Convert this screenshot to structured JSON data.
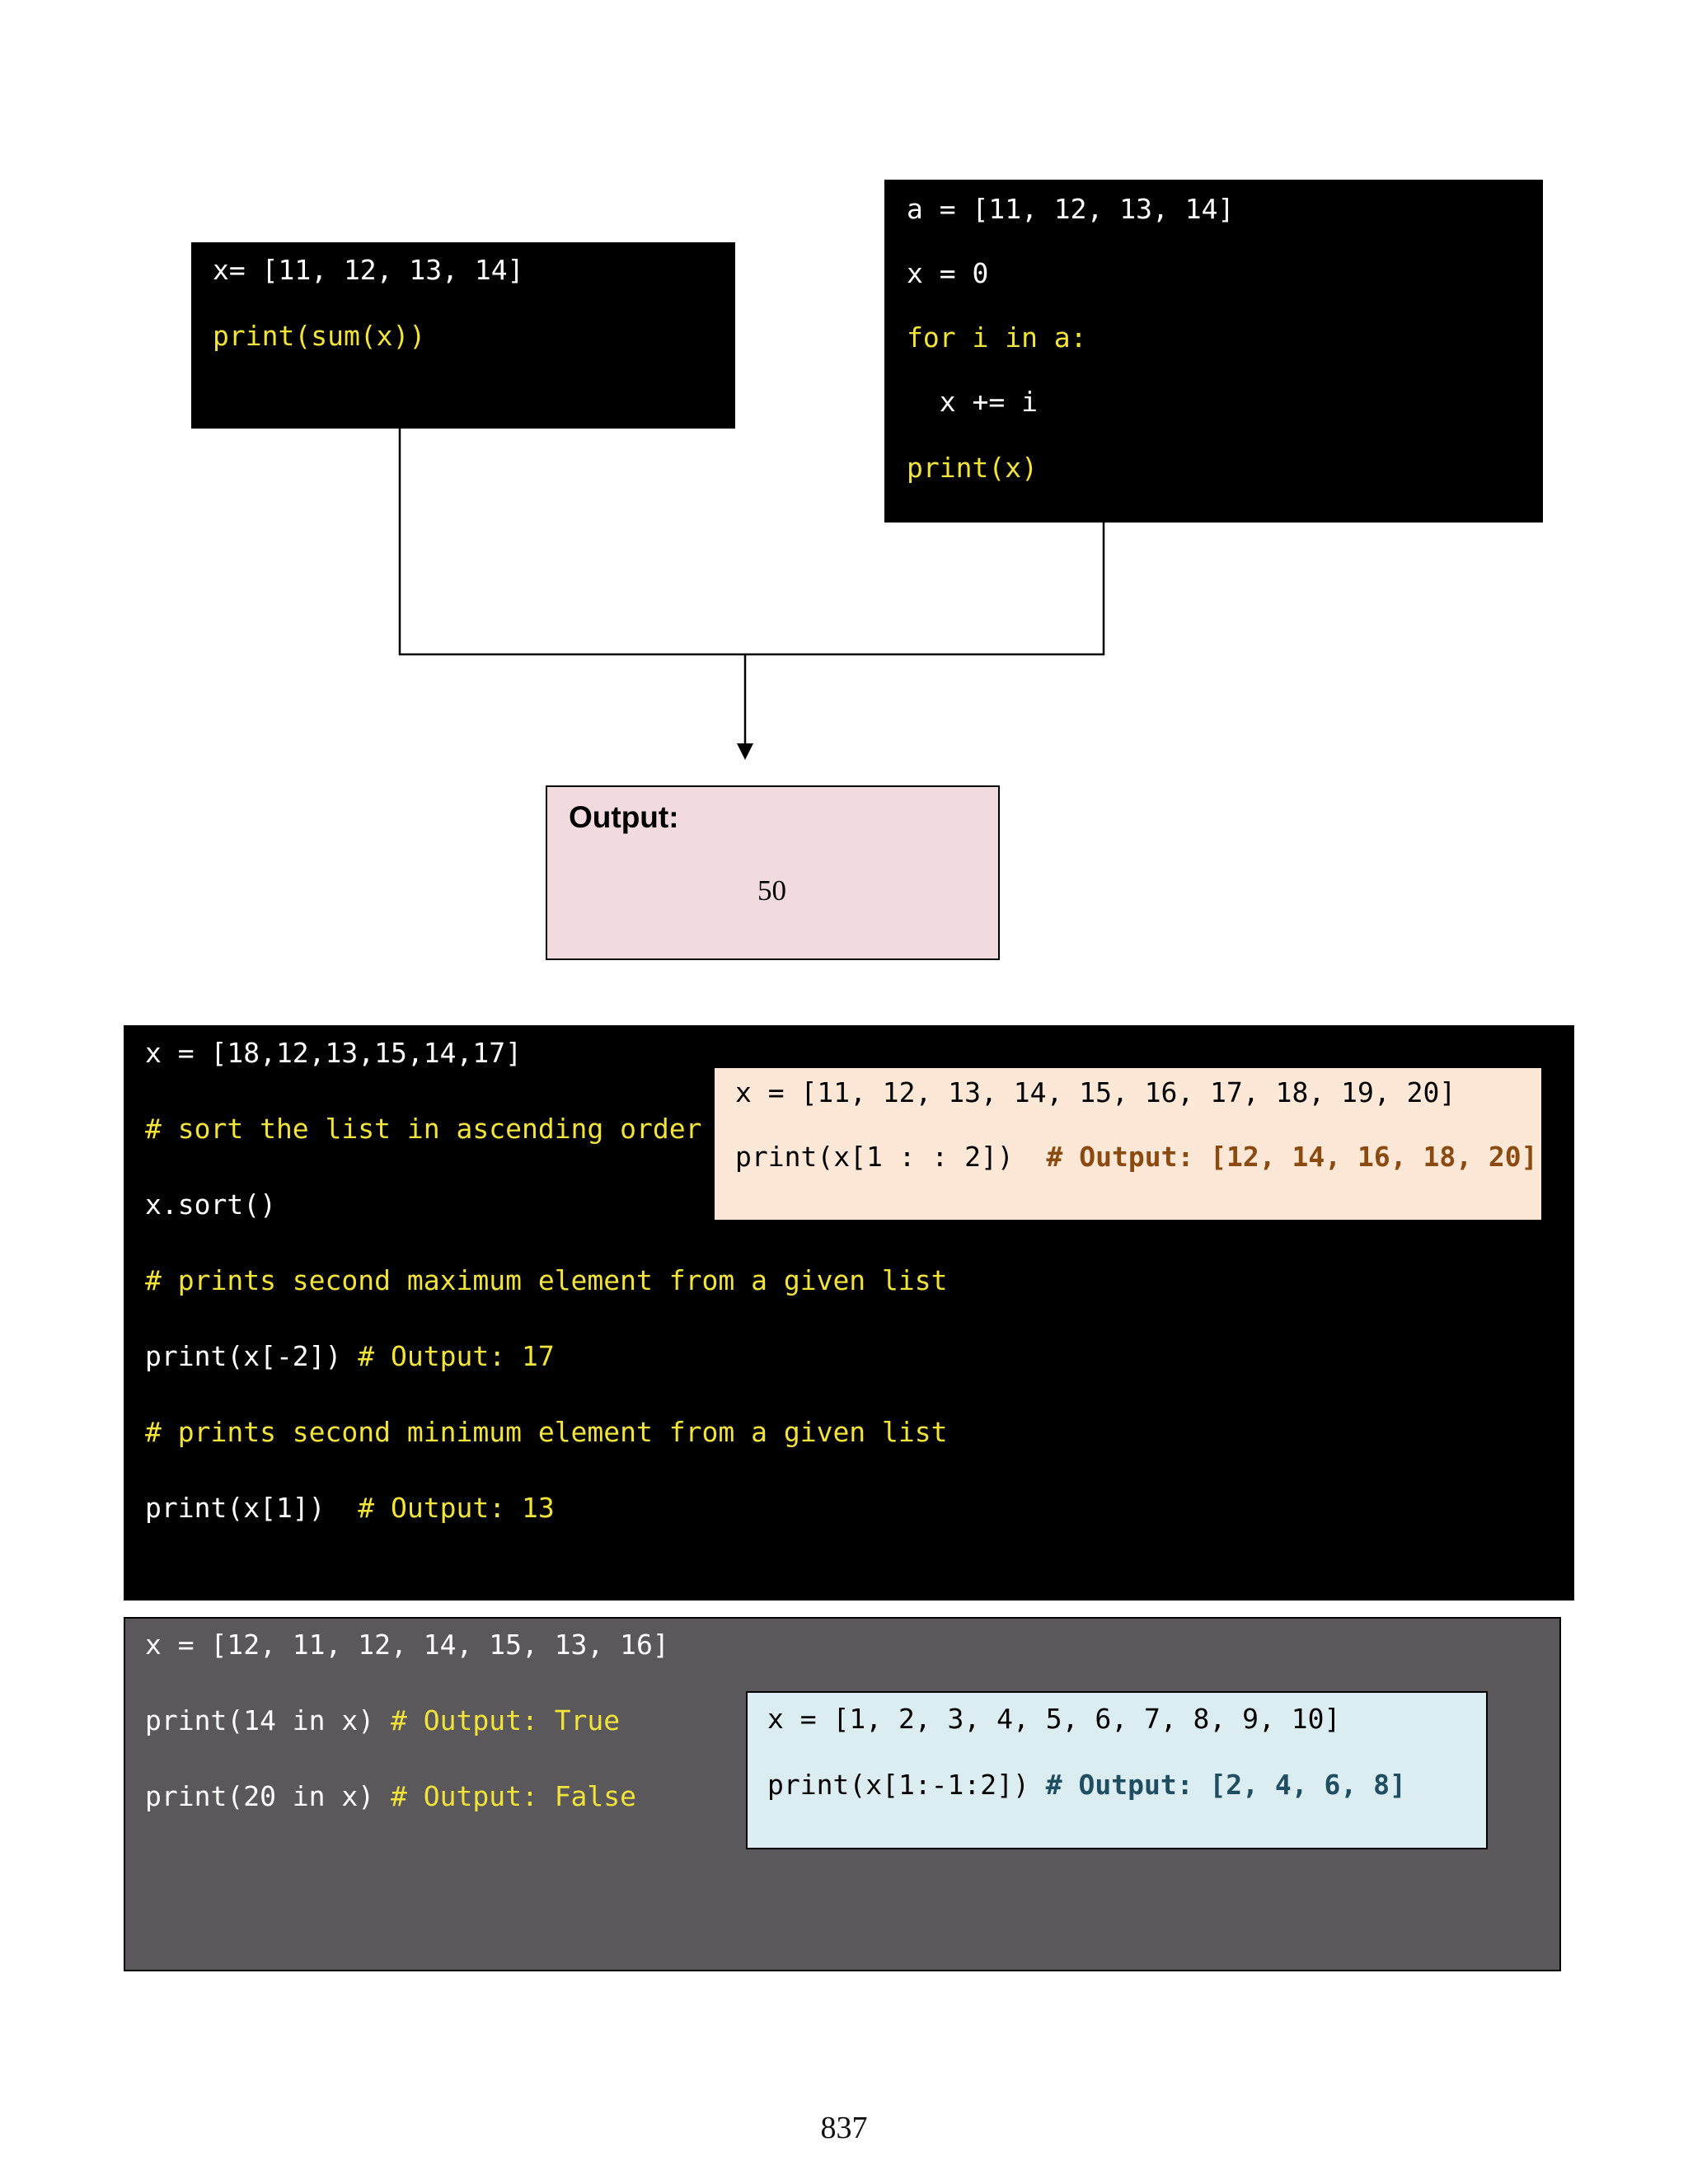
{
  "box_sum": {
    "line1": "x= [11, 12, 13, 14]",
    "line2": "print(sum(x))"
  },
  "box_loop": {
    "line1": "a = [11, 12, 13, 14]",
    "line2": "x = 0",
    "line3": "for i in a:",
    "line4": "  x += i",
    "line5": "print(x)"
  },
  "output_box": {
    "label": "Output:",
    "value": "50"
  },
  "box_sort": {
    "line1": "x = [18,12,13,15,14,17]",
    "line2": "# sort the list in ascending order",
    "line3": "x.sort()",
    "line4": "# prints second maximum element from a given list",
    "line5_code": "print(x[-2]) ",
    "line5_comment": "# Output: 17",
    "line6": "# prints second minimum element from a given list",
    "line7_code": "print(x[1])  ",
    "line7_comment": "# Output: 13"
  },
  "box_slice_step": {
    "line1": "x = [11, 12, 13, 14, 15, 16, 17, 18, 19, 20]",
    "line2_code": "print(x[1 : : 2])  ",
    "line2_comment": "# Output: [12, 14, 16, 18, 20]"
  },
  "box_membership": {
    "line1": "x = [12, 11, 12, 14, 15, 13, 16]",
    "line2_code": "print(14 in x) ",
    "line2_comment": "# Output: True",
    "line3_code": "print(20 in x) ",
    "line3_comment": "# Output: False"
  },
  "box_slice_neg": {
    "line1": "x = [1, 2, 3, 4, 5, 6, 7, 8, 9, 10]",
    "line2_code": "print(x[1:-1:2]) ",
    "line2_comment": "# Output: [2, 4, 6, 8]"
  },
  "page_number": "837",
  "colors": {
    "code_bg": "#000000",
    "keyword_yellow": "#f2e33b",
    "output_bg": "#f2dbde",
    "slice_bg": "#fde7d6",
    "gray_bg": "#5a585b",
    "blue_bg": "#dcedf2"
  }
}
